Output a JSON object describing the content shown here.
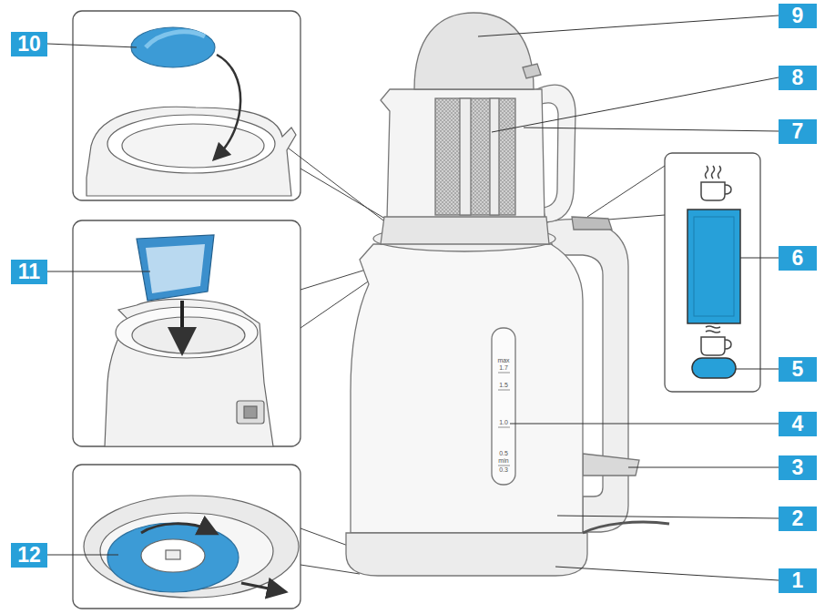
{
  "diagram": {
    "labels": [
      "9",
      "10",
      "8",
      "7",
      "11",
      "6",
      "5",
      "4",
      "3",
      "12",
      "2",
      "1",
      "max",
      "1.7",
      "1.5",
      "1.0",
      "0.5",
      "min",
      "0.3"
    ]
  }
}
